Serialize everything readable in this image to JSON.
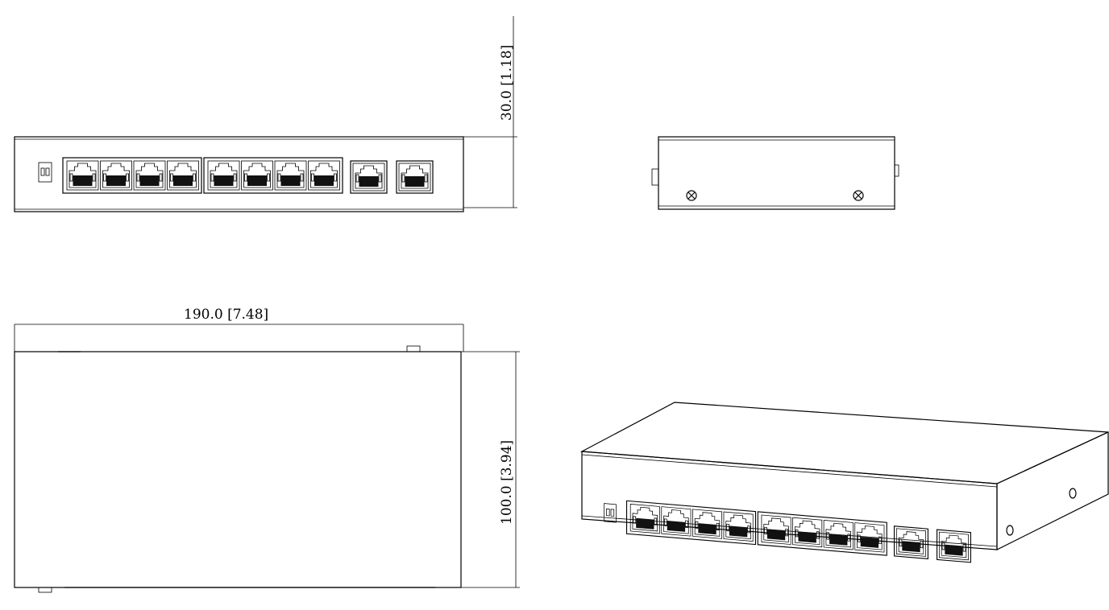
{
  "drawing": {
    "height_dimension": "30.0 [1.18]",
    "width_dimension": "190.0 [7.48]",
    "depth_dimension": "100.0 [3.94]",
    "rj45_port_count": 8,
    "uplink_port_count": 2,
    "line_color": "#000000"
  }
}
